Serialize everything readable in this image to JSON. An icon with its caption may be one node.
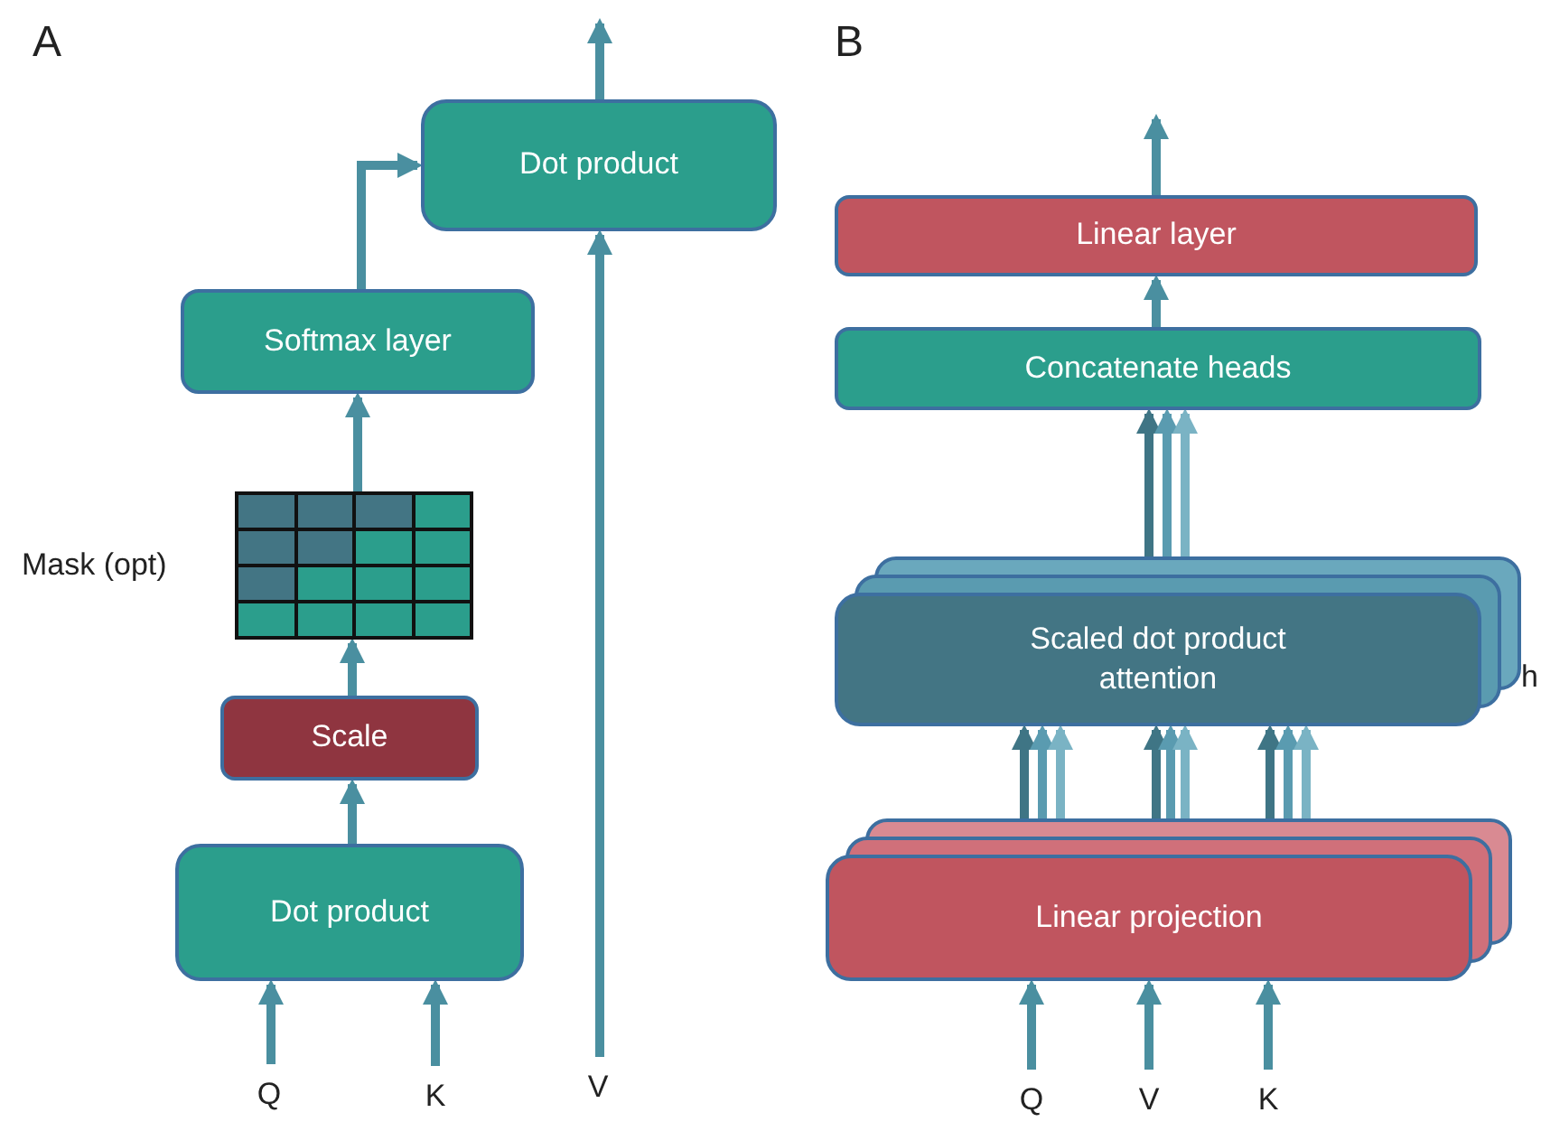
{
  "diagram": {
    "nodes": [
      {
        "text": [
          "Dot product"
        ]
      },
      {
        "text": [
          "Softmax layer"
        ]
      },
      {
        "text": [],
        "shape": "grid",
        "beside": [
          "Mask (opt)"
        ]
      },
      {
        "text": [
          "Scale"
        ]
      },
      {
        "text": [
          "Dot product"
        ]
      },
      {
        "text": [
          "Q"
        ]
      },
      {
        "text": [
          "K"
        ]
      },
      {
        "text": [
          "V"
        ]
      },
      {
        "text": [
          "Linear layer"
        ]
      },
      {
        "text": [
          "Concatenate heads"
        ]
      },
      {
        "text": [
          "Scaled dot product attention"
        ]
      },
      {
        "text": [
          "Linear projection"
        ]
      },
      {
        "text": [
          "Q"
        ]
      },
      {
        "text": [
          "V"
        ]
      },
      {
        "text": [
          "K"
        ]
      }
    ],
    "edges": [
      {
        "from": 5,
        "to": 4,
        "arrow": "to"
      },
      {
        "from": 6,
        "to": 4,
        "arrow": "to"
      },
      {
        "from": 4,
        "to": 3,
        "arrow": "to"
      },
      {
        "from": 3,
        "to": 2,
        "arrow": "to"
      },
      {
        "from": 2,
        "to": 1,
        "arrow": "to"
      },
      {
        "from": 1,
        "to": 0,
        "arrow": "to"
      },
      {
        "from": 7,
        "to": 0,
        "arrow": "to"
      },
      {
        "from": 0,
        "to": null,
        "arrow": "to"
      },
      {
        "from": 12,
        "to": 11,
        "arrow": "to"
      },
      {
        "from": 13,
        "to": 11,
        "arrow": "to"
      },
      {
        "from": 14,
        "to": 11,
        "arrow": "to"
      },
      {
        "from": 11,
        "to": 10,
        "arrow": "to",
        "color": "#3f7585"
      },
      {
        "from": 11,
        "to": 10,
        "arrow": "to",
        "color": "#5a9bb0"
      },
      {
        "from": 11,
        "to": 10,
        "arrow": "to",
        "color": "#7ab3c4"
      },
      {
        "from": 11,
        "to": 10,
        "arrow": "to",
        "color": "#3f7585"
      },
      {
        "from": 11,
        "to": 10,
        "arrow": "to",
        "color": "#5a9bb0"
      },
      {
        "from": 11,
        "to": 10,
        "arrow": "to",
        "color": "#7ab3c4"
      },
      {
        "from": 11,
        "to": 10,
        "arrow": "to",
        "color": "#3f7585"
      },
      {
        "from": 11,
        "to": 10,
        "arrow": "to",
        "color": "#5a9bb0"
      },
      {
        "from": 11,
        "to": 10,
        "arrow": "to",
        "color": "#7ab3c4"
      },
      {
        "from": 10,
        "to": 9,
        "arrow": "to",
        "color": "#3f7585"
      },
      {
        "from": 10,
        "to": 9,
        "arrow": "to",
        "color": "#5a9bb0"
      },
      {
        "from": 10,
        "to": 9,
        "arrow": "to",
        "color": "#7ab3c4"
      },
      {
        "from": 9,
        "to": 8,
        "arrow": "to"
      },
      {
        "from": 8,
        "to": null,
        "arrow": "to"
      }
    ],
    "labels": [
      "A",
      "B",
      "h"
    ]
  }
}
